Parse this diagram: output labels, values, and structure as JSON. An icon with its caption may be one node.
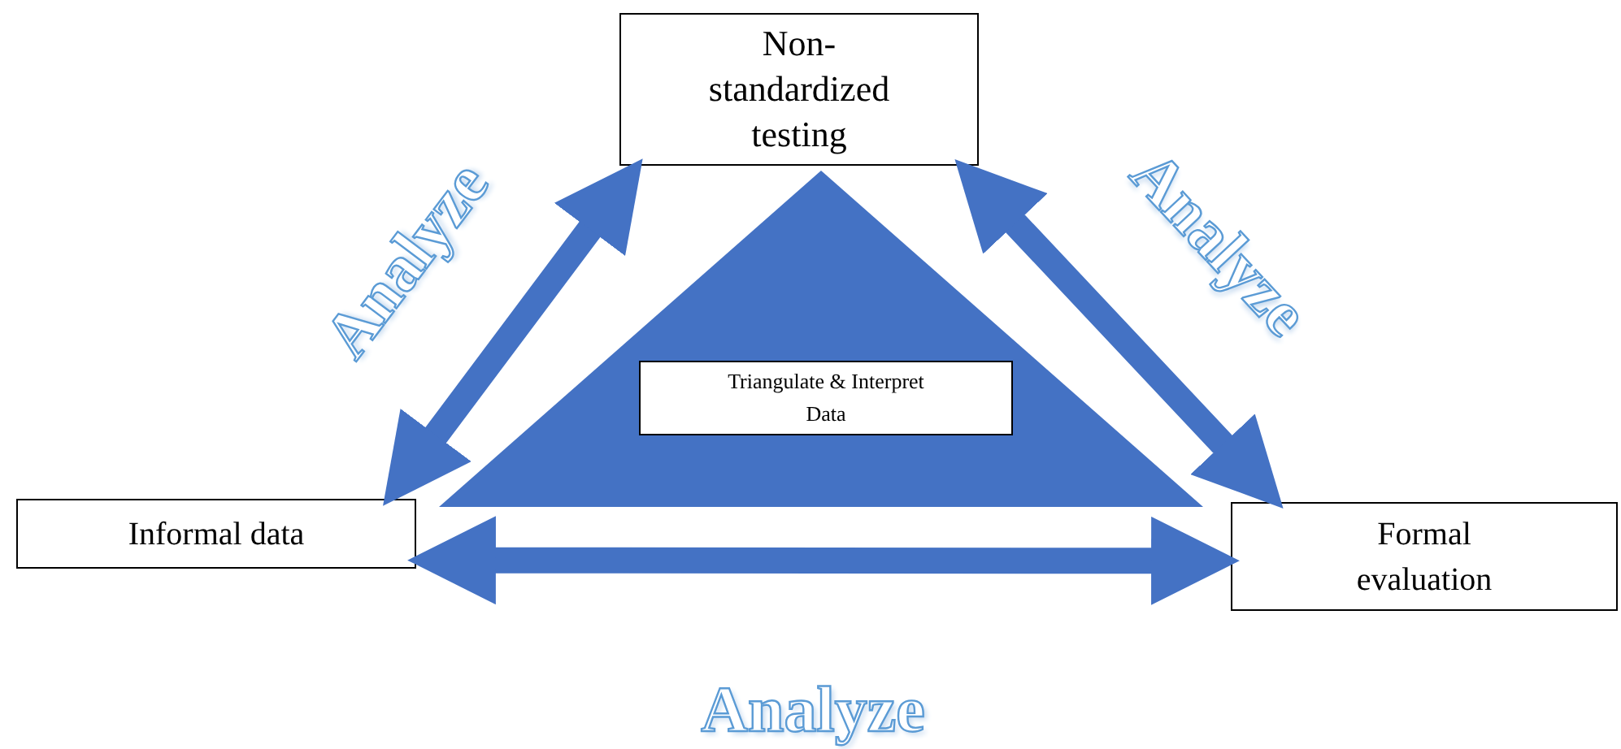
{
  "diagram": {
    "nodes": [
      {
        "text": [
          "Non-standardized testing"
        ]
      },
      {
        "text": [
          "Informal data"
        ]
      },
      {
        "text": [
          "Formal evaluation"
        ]
      },
      {
        "text": [],
        "shape": "triangle"
      },
      {
        "text": [
          "Triangulate & Interpret Data"
        ],
        "in": 3
      }
    ],
    "edges": [
      {
        "from": 1,
        "to": 0,
        "arrow": "both",
        "label": "Analyze"
      },
      {
        "from": 0,
        "to": 2,
        "arrow": "both",
        "label": "Analyze"
      },
      {
        "from": 1,
        "to": 2,
        "arrow": "both",
        "label": "Analyze"
      }
    ]
  }
}
